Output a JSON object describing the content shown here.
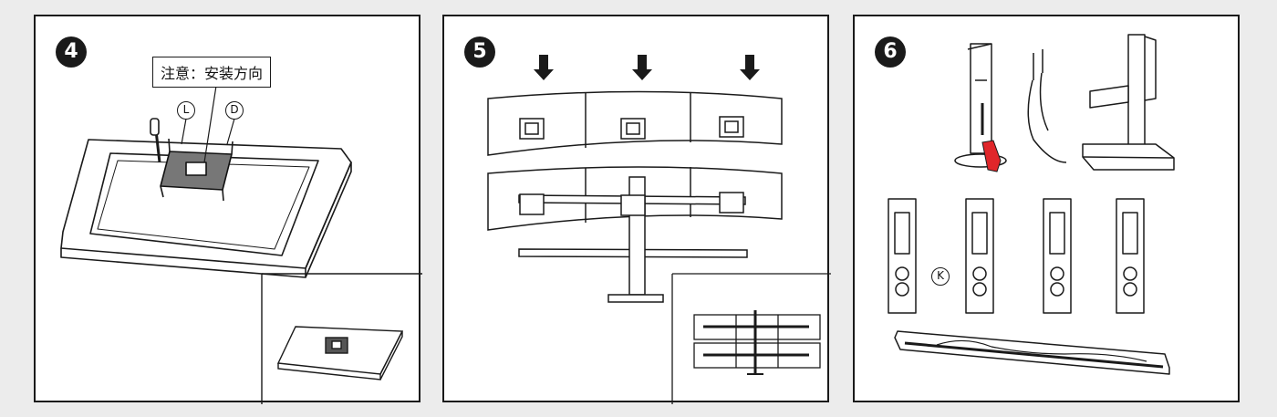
{
  "steps": [
    {
      "number": "4",
      "note": "注意：安装方向",
      "labels": [
        "L",
        "D"
      ]
    },
    {
      "number": "5"
    },
    {
      "number": "6",
      "labels": [
        "K"
      ]
    }
  ],
  "colors": {
    "line": "#1a1a1a",
    "background": "#ececec",
    "panel": "#ffffff",
    "accent_red": "#e0262a"
  },
  "icons": [
    "screwdriver-icon",
    "arrow-down-icon",
    "hand-icon"
  ]
}
